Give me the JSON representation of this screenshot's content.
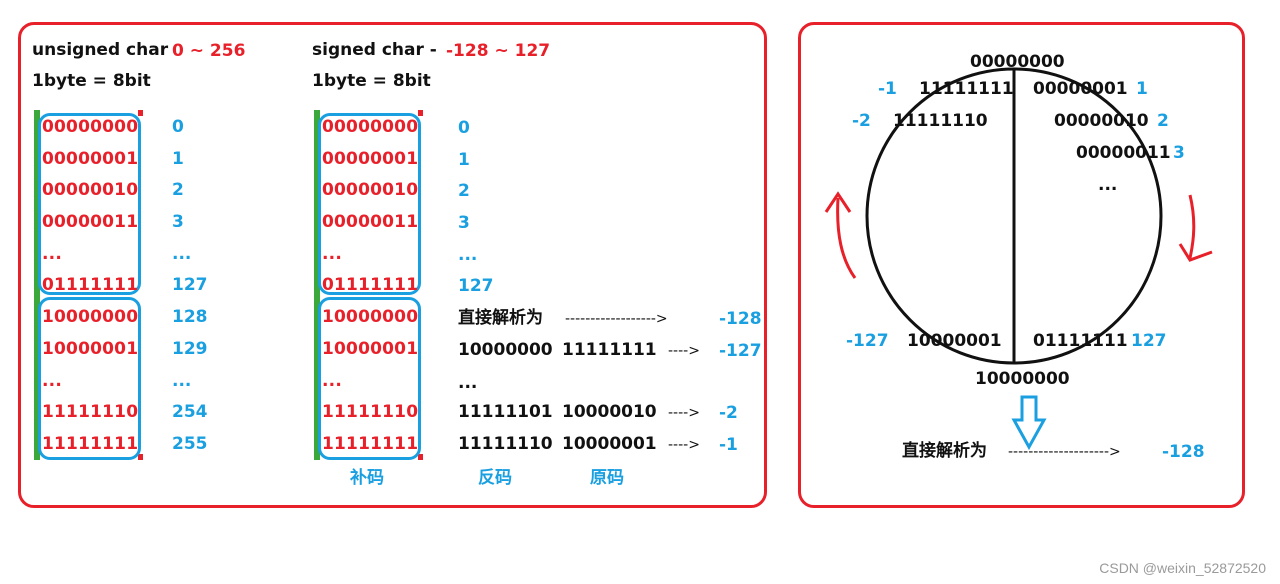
{
  "unsigned": {
    "title": "unsigned char",
    "range": "0 ~ 256",
    "size": "1byte = 8bit",
    "binaries": [
      "00000000",
      "00000001",
      "00000010",
      "00000011",
      "...",
      "01111111",
      "10000000",
      "10000001",
      "...",
      "11111110",
      "11111111"
    ],
    "values": [
      "0",
      "1",
      "2",
      "3",
      "...",
      "127",
      "128",
      "129",
      "...",
      "254",
      "255"
    ]
  },
  "signed": {
    "title": "signed char -",
    "range": "-128 ~ 127",
    "size": "1byte = 8bit",
    "binaries": [
      "00000000",
      "00000001",
      "00000010",
      "00000011",
      "...",
      "01111111",
      "10000000",
      "10000001",
      "...",
      "11111110",
      "11111111"
    ],
    "values": [
      "0",
      "1",
      "2",
      "3",
      "...",
      "127"
    ],
    "direct_label": "直接解析为",
    "direct_arrow": "------------------>",
    "direct_value": "-128",
    "rows": [
      {
        "fan": "10000000",
        "yuan": "11111111",
        "arrow": "---->",
        "value": "-127"
      },
      {
        "fan": "...",
        "yuan": "",
        "arrow": "",
        "value": ""
      },
      {
        "fan": "11111101",
        "yuan": "10000010",
        "arrow": "---->",
        "value": "-2"
      },
      {
        "fan": "11111110",
        "yuan": "10000001",
        "arrow": "---->",
        "value": "-1"
      }
    ],
    "footer": {
      "buma": "补码",
      "fanma": "反码",
      "yuanma": "原码"
    }
  },
  "circle": {
    "top": "00000000",
    "bottom": "10000000",
    "right": [
      {
        "bin": "00000001",
        "value": "1"
      },
      {
        "bin": "00000010",
        "value": "2"
      },
      {
        "bin": "00000011",
        "value": "3"
      },
      {
        "bin": "...",
        "value": ""
      },
      {
        "bin": "01111111",
        "value": "127"
      }
    ],
    "left": [
      {
        "bin": "11111111",
        "value": "-1"
      },
      {
        "bin": "11111110",
        "value": "-2"
      },
      {
        "bin": "10000001",
        "value": "-127"
      }
    ],
    "direct_label": "直接解析为",
    "direct_arrow": "-------------------->",
    "direct_value": "-128"
  },
  "colors": {
    "red": "#e8202a",
    "blue": "#1a9fe0",
    "green": "#3aa83a",
    "black": "#111111"
  },
  "watermark": "CSDN @weixin_52872520"
}
